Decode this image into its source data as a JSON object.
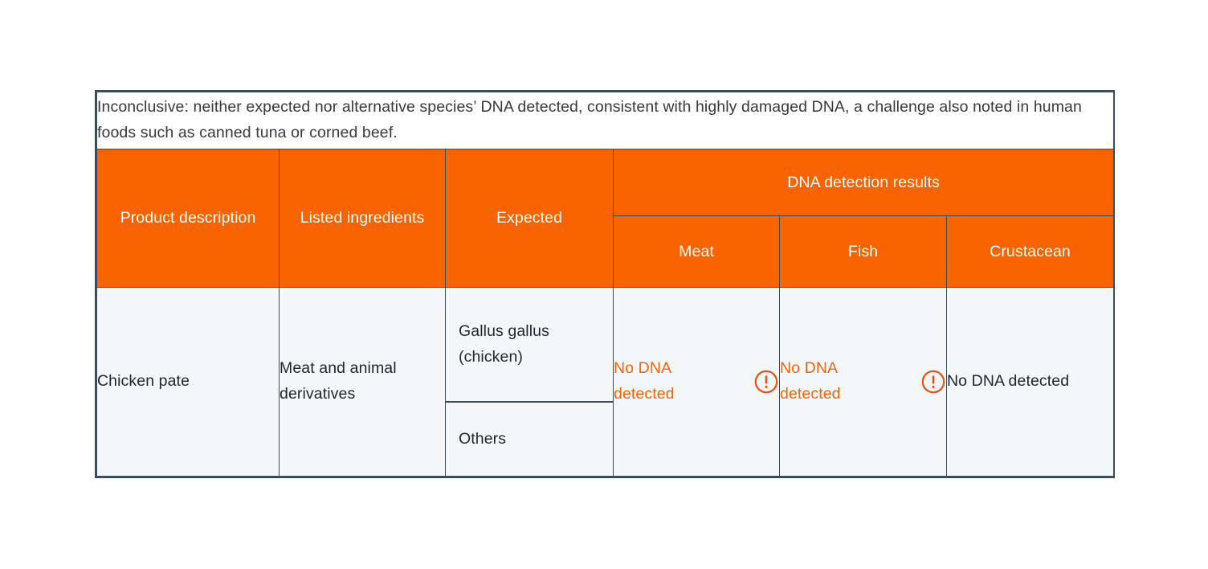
{
  "colors": {
    "header_bg": "#FA6400",
    "header_text": "#FFFFFF",
    "row_bg": "#F4F7FA",
    "border": "#3C4C5A",
    "body_text": "#232629",
    "alert_text": "#FA6400",
    "note_text": "#39393B",
    "page_bg": "#FFFFFF"
  },
  "note": {
    "text": "Inconclusive: neither expected nor alternative species’ DNA detected, consistent with highly damaged DNA, a challenge also noted in human foods such as canned tuna or corned beef."
  },
  "table": {
    "headers": {
      "product_description": "Product description",
      "listed_ingredients": "Listed ingredients",
      "expected": "Expected",
      "dna_group": "DNA detection results",
      "meat": "Meat",
      "fish": "Fish",
      "crustacean": "Crustacean"
    },
    "rows": [
      {
        "product_description": "Chicken pate",
        "listed_ingredients": "Meat and animal derivatives",
        "expected_primary": "Gallus gallus (chicken)",
        "expected_secondary": "Others",
        "meat": {
          "text": "No DNA detected",
          "alert": true,
          "icon": "alert-circle-icon"
        },
        "fish": {
          "text": "No DNA detected",
          "alert": true,
          "icon": "alert-circle-icon"
        },
        "crustacean": {
          "text": "No DNA detected",
          "alert": false,
          "icon": null
        }
      }
    ]
  }
}
